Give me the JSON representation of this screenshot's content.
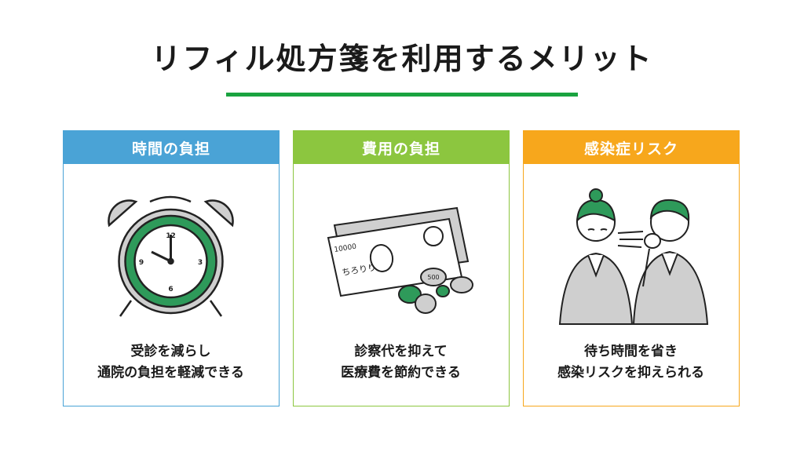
{
  "title": "リフィル処方箋を利用するメリット",
  "colors": {
    "title_rule": "#1aa340",
    "blue": "#4aa3d6",
    "green": "#8cc63f",
    "orange": "#f7a71c",
    "illustration_green": "#2e9a5a"
  },
  "cards": [
    {
      "header": "時間の負担",
      "line1": "受診を減らし",
      "line2": "通院の負担を軽減できる",
      "icon": "alarm-clock-icon"
    },
    {
      "header": "費用の負担",
      "line1": "診察代を抑えて",
      "line2": "医療費を節約できる",
      "icon": "money-icon"
    },
    {
      "header": "感染症リスク",
      "line1": "待ち時間を省き",
      "line2": "感染リスクを抑えられる",
      "icon": "coughing-people-icon"
    }
  ],
  "illustration_text": {
    "clock_12": "12",
    "clock_3": "3",
    "clock_6": "6",
    "clock_9": "9",
    "bill_serial": "10000",
    "bill_chars": "ちろりり",
    "coin_500": "500"
  }
}
